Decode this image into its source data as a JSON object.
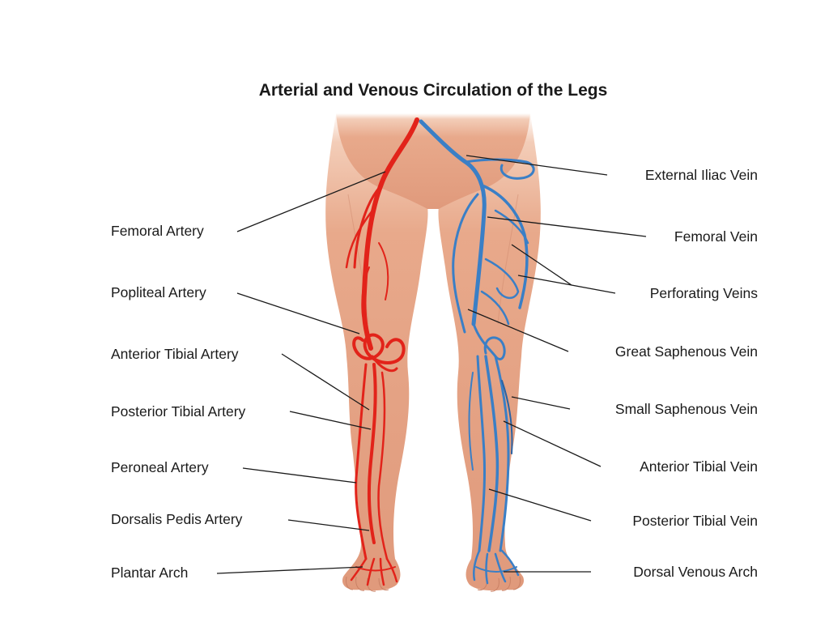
{
  "title": "Arterial and Venous Circulation of the Legs",
  "colors": {
    "artery": "#e2231a",
    "vein": "#3a7fc6",
    "skin": "#e6a487"
  },
  "left_labels": [
    "Femoral Artery",
    "Popliteal Artery",
    "Anterior Tibial Artery",
    "Posterior Tibial Artery",
    "Peroneal Artery",
    "Dorsalis Pedis Artery",
    "Plantar Arch"
  ],
  "right_labels": [
    "External Iliac Vein",
    "Femoral Vein",
    "Perforating Veins",
    "Great Saphenous Vein",
    "Small Saphenous Vein",
    "Anterior Tibial Vein",
    "Posterior Tibial Vein",
    "Dorsal Venous Arch"
  ]
}
